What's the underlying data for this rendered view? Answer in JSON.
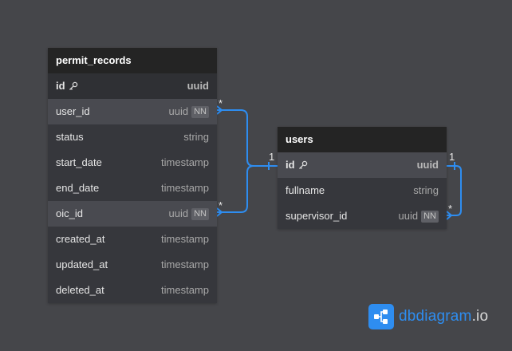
{
  "tables": {
    "permit_records": {
      "title": "permit_records",
      "rows": [
        {
          "name": "id",
          "type": "uuid"
        },
        {
          "name": "user_id",
          "type": "uuid",
          "badge": "NN"
        },
        {
          "name": "status",
          "type": "string"
        },
        {
          "name": "start_date",
          "type": "timestamp"
        },
        {
          "name": "end_date",
          "type": "timestamp"
        },
        {
          "name": "oic_id",
          "type": "uuid",
          "badge": "NN"
        },
        {
          "name": "created_at",
          "type": "timestamp"
        },
        {
          "name": "updated_at",
          "type": "timestamp"
        },
        {
          "name": "deleted_at",
          "type": "timestamp"
        }
      ]
    },
    "users": {
      "title": "users",
      "rows": [
        {
          "name": "id",
          "type": "uuid"
        },
        {
          "name": "fullname",
          "type": "string"
        },
        {
          "name": "supervisor_id",
          "type": "uuid",
          "badge": "NN"
        }
      ]
    }
  },
  "relations": {
    "user_id_many": "*",
    "oic_id_many": "*",
    "users_id_one": "1",
    "self_one": "1",
    "self_many": "*"
  },
  "colors": {
    "accent": "#2e8df0",
    "background": "#45464a",
    "header": "#242424"
  },
  "logo": {
    "text_main": "dbdiagram",
    "text_suffix": ".io"
  }
}
